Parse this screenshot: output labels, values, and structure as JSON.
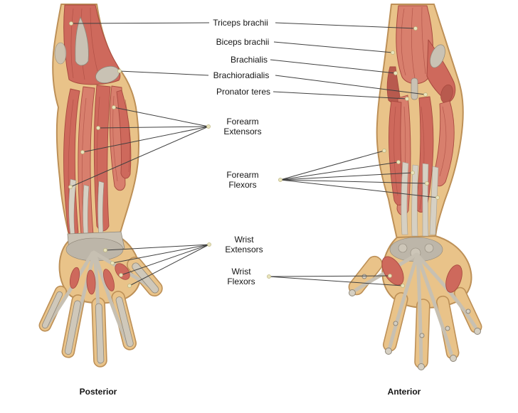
{
  "figure": {
    "caption_left": "Posterior",
    "caption_right": "Anterior"
  },
  "labels": {
    "triceps": "Triceps brachii",
    "biceps": "Biceps brachii",
    "brachialis": "Brachialis",
    "brachioradialis": "Brachioradialis",
    "pronator_teres": "Pronator teres",
    "forearm_extensors": "Forearm Extensors",
    "forearm_flexors": "Forearm Flexors",
    "wrist_extensors": "Wrist Extensors",
    "wrist_flexors": "Wrist Flexors"
  },
  "palette": {
    "background": "#ffffff",
    "skin": "#e9c389",
    "skin_outline": "#bd9057",
    "muscle": "#ce695c",
    "muscle_light": "#d87f6d",
    "muscle_dark": "#a8493f",
    "tendon": "#c9c2b4",
    "tendon_light": "#d6d0c3",
    "tendon_dark": "#8f8779",
    "leader_line": "#404040",
    "dot_fill": "#e8e3bd",
    "dot_stroke": "#b5ad72",
    "text": "#151515"
  }
}
